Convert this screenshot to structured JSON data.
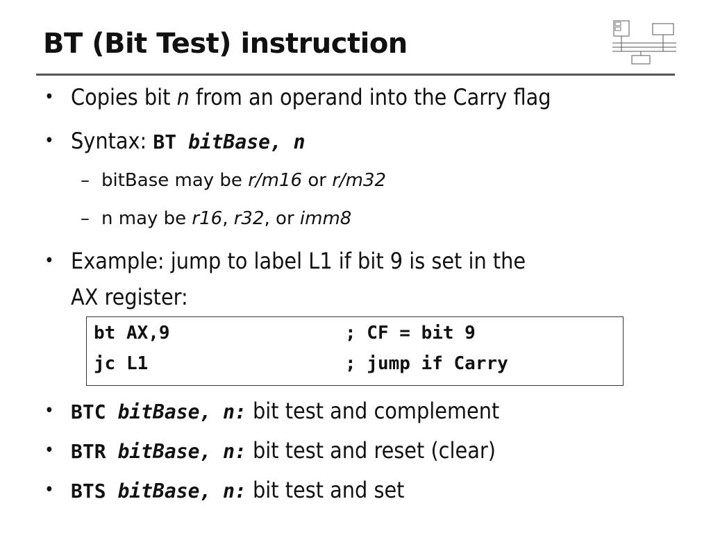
{
  "slide": {
    "title": "BT (Bit Test) instruction",
    "logo_icon": "computer-architecture-diagram-icon",
    "bullets": {
      "b1": {
        "marker": "•",
        "pre": "Copies bit ",
        "italic": "n",
        "post": " from an operand into the Carry flag"
      },
      "b2": {
        "marker": "•",
        "pre": "Syntax: ",
        "code": "BT ",
        "code_italic": "bitBase, n"
      },
      "s1": {
        "marker": "–",
        "pre": "bitBase may be ",
        "i1": "r/m16",
        "mid": " or ",
        "i2": "r/m32"
      },
      "s2": {
        "marker": "–",
        "pre": "n may be ",
        "i1": "r16",
        "c1": ", ",
        "i2": "r32",
        "c2": ", or ",
        "i3": "imm8"
      },
      "b3": {
        "marker": "•",
        "line1": "Example: jump to label L1 if bit 9 is set in the",
        "line2": "AX register:"
      },
      "b4": {
        "marker": "•",
        "code": "BTC ",
        "code_italic": "bitBase, n:",
        "desc": " bit test and complement"
      },
      "b5": {
        "marker": "•",
        "code": "BTR ",
        "code_italic": "bitBase, n:",
        "desc": " bit test and reset (clear)"
      },
      "b6": {
        "marker": "•",
        "code": "BTS ",
        "code_italic": "bitBase, n:",
        "desc": " bit test and set"
      }
    },
    "code": [
      {
        "instr": "bt AX,9",
        "comment": "; CF = bit 9"
      },
      {
        "instr": "jc L1",
        "comment": "; jump if Carry"
      }
    ],
    "colors": {
      "text": "#111111",
      "rule": "#555555",
      "background": "#ffffff"
    }
  }
}
